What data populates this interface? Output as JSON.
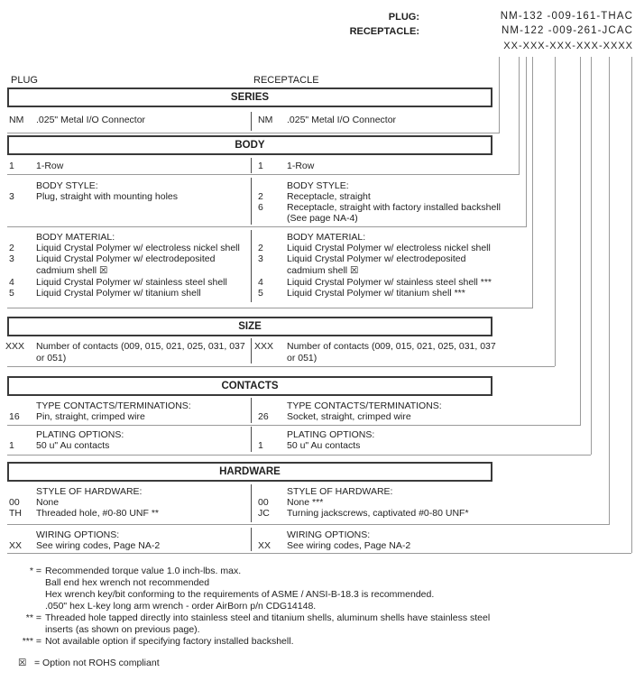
{
  "part_number_block": {
    "plug_label": "PLUG:",
    "plug_value": "NM-132 -009-161-THAC",
    "receptacle_label": "RECEPTACLE:",
    "receptacle_value": "NM-122 -009-261-JCAC",
    "mask": "XX-XXX-XXX-XXX-XXXX"
  },
  "column_headers": {
    "left": "PLUG",
    "right": "RECEPTACLE"
  },
  "sections": {
    "series": {
      "title": "SERIES",
      "left": {
        "code": "NM",
        "desc": ".025\" Metal I/O Connector"
      },
      "right": {
        "code": "NM",
        "desc": ".025\" Metal I/O Connector"
      }
    },
    "body": {
      "title": "BODY",
      "row_left": {
        "code": "1",
        "desc": "1-Row"
      },
      "row_right": {
        "code": "1",
        "desc": "1-Row"
      },
      "style_heading": "BODY STYLE:",
      "style_left": [
        {
          "code": "3",
          "desc": "Plug, straight with mounting holes"
        }
      ],
      "style_right": [
        {
          "code": "2",
          "desc": "Receptacle, straight"
        },
        {
          "code": "6",
          "desc": "Receptacle, straight with factory installed backshell"
        },
        {
          "code": "",
          "desc": "(See page NA-4)"
        }
      ],
      "material_heading": "BODY MATERIAL:",
      "material_left": [
        {
          "code": "2",
          "desc": "Liquid Crystal Polymer w/ electroless nickel shell"
        },
        {
          "code": "3",
          "desc": "Liquid Crystal Polymer w/ electrodeposited cadmium shell ☒"
        },
        {
          "code": "4",
          "desc": "Liquid Crystal Polymer w/ stainless steel shell"
        },
        {
          "code": "5",
          "desc": "Liquid Crystal Polymer w/ titanium shell"
        }
      ],
      "material_right": [
        {
          "code": "2",
          "desc": "Liquid Crystal Polymer w/ electroless nickel shell"
        },
        {
          "code": "3",
          "desc": "Liquid Crystal Polymer w/ electrodeposited cadmium shell ☒"
        },
        {
          "code": "4",
          "desc": "Liquid Crystal Polymer w/ stainless steel shell ***"
        },
        {
          "code": "5",
          "desc": "Liquid Crystal Polymer w/ titanium shell ***"
        }
      ]
    },
    "size": {
      "title": "SIZE",
      "left": {
        "code": "XXX",
        "desc": "Number of contacts (009, 015, 021, 025, 031, 037 or 051)"
      },
      "right": {
        "code": "XXX",
        "desc": "Number of contacts (009, 015, 021, 025, 031, 037 or 051)"
      }
    },
    "contacts": {
      "title": "CONTACTS",
      "type_heading": "TYPE CONTACTS/TERMINATIONS:",
      "type_left": {
        "code": "16",
        "desc": "Pin, straight, crimped wire"
      },
      "type_right": {
        "code": "26",
        "desc": "Socket, straight, crimped wire"
      },
      "plating_heading": "PLATING OPTIONS:",
      "plating_left": {
        "code": "1",
        "desc": "50 u\" Au contacts"
      },
      "plating_right": {
        "code": "1",
        "desc": "50 u\" Au contacts"
      }
    },
    "hardware": {
      "title": "HARDWARE",
      "style_heading": "STYLE OF HARDWARE:",
      "style_left": [
        {
          "code": "00",
          "desc": "None"
        },
        {
          "code": "TH",
          "desc": "Threaded hole, #0-80 UNF  **"
        }
      ],
      "style_right": [
        {
          "code": "00",
          "desc": "None  ***"
        },
        {
          "code": "JC",
          "desc": "Turning jackscrews, captivated #0-80 UNF*"
        }
      ],
      "wiring_heading": "WIRING OPTIONS:",
      "wiring_left": {
        "code": "XX",
        "desc": "See wiring codes, Page NA-2"
      },
      "wiring_right": {
        "code": "XX",
        "desc": "See wiring codes, Page NA-2"
      }
    }
  },
  "footnotes": [
    {
      "marker": "* =",
      "lines": [
        "Recommended torque value 1.0 inch-lbs. max.",
        "Ball end hex wrench not recommended",
        "Hex wrench key/bit conforming to the requirements of ASME / ANSI-B-18.3 is recommended.",
        ".050\" hex L-key long arm wrench - order AirBorn p/n CDG14148."
      ]
    },
    {
      "marker": "** =",
      "lines": [
        "Threaded hole tapped directly into stainless steel and titanium shells, aluminum shells have stainless steel",
        "inserts (as shown on previous page)."
      ]
    },
    {
      "marker": "*** =",
      "lines": [
        "Not available option if specifying factory installed backshell."
      ]
    }
  ],
  "rohs_note": {
    "symbol": "☒",
    "text": "= Option not ROHS compliant"
  },
  "colors": {
    "text": "#1f1f1f",
    "line_gray": "#9a9a9a",
    "bar_border": "#3a3a3a"
  }
}
